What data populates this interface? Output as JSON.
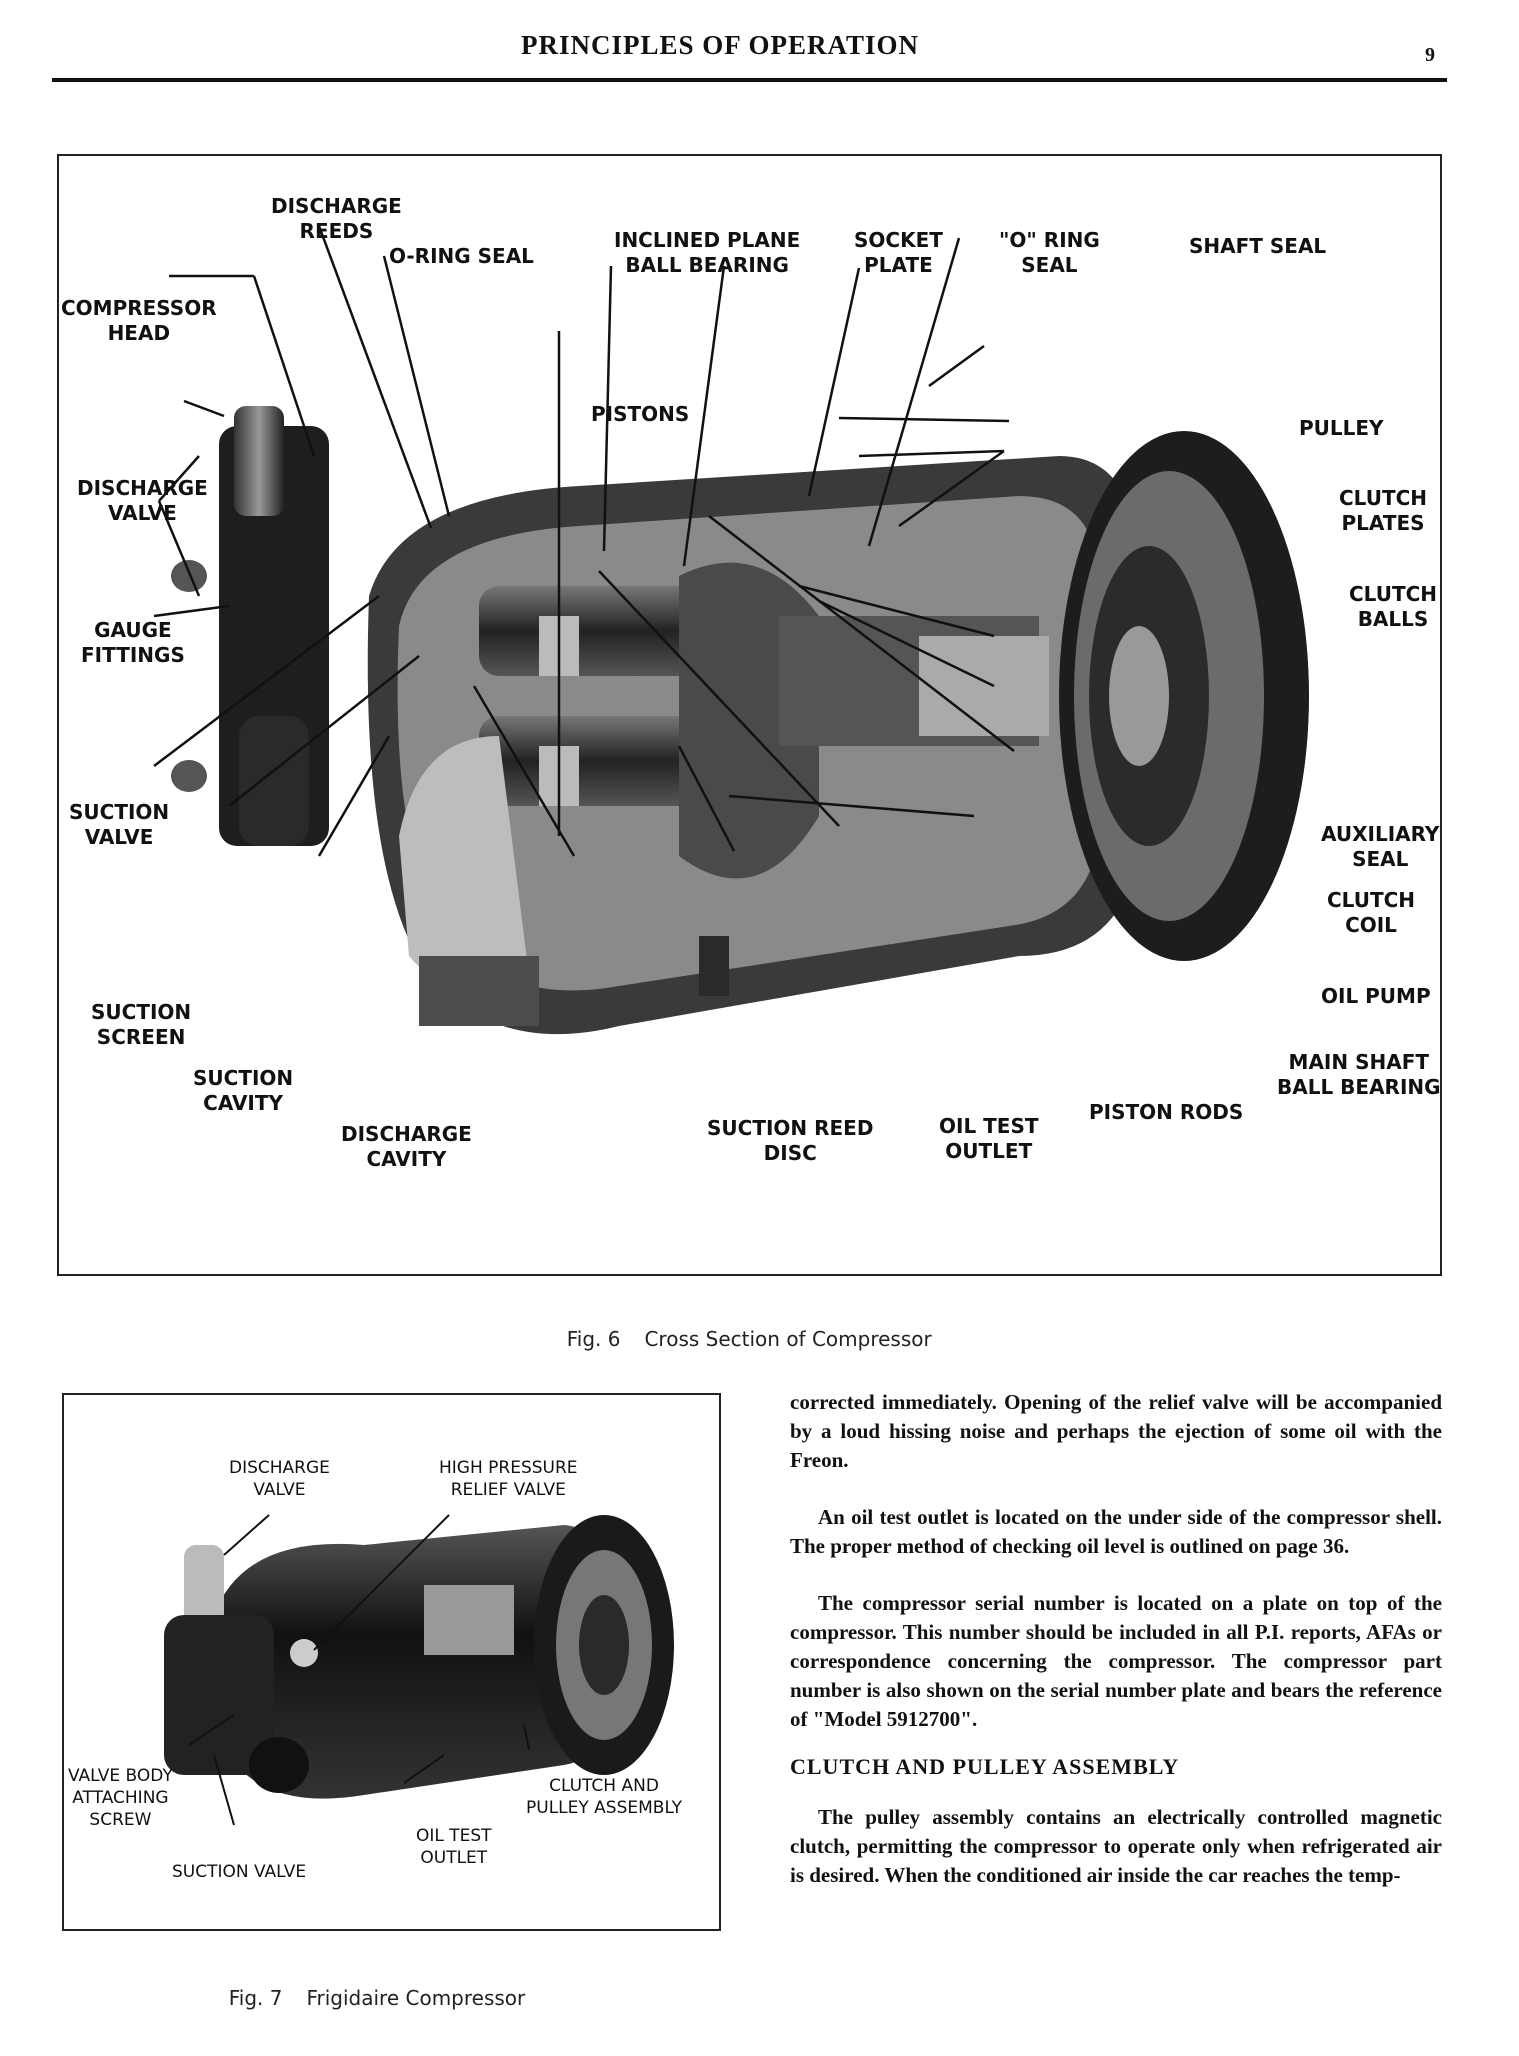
{
  "header": {
    "title": "PRINCIPLES OF OPERATION",
    "page_number": "9"
  },
  "figure6": {
    "caption_number": "Fig. 6",
    "caption_text": "Cross Section of Compressor",
    "labels": {
      "discharge_reeds": "DISCHARGE\nREEDS",
      "o_ring_seal": "O-RING SEAL",
      "inclined_plane": "INCLINED PLANE\nBALL BEARING",
      "socket_plate": "SOCKET\nPLATE",
      "o_ring_seal2": "\"O\" RING\nSEAL",
      "shaft_seal": "SHAFT SEAL",
      "compressor_head": "COMPRESSOR\nHEAD",
      "pistons": "PISTONS",
      "pulley": "PULLEY",
      "discharge_valve": "DISCHARGE\nVALVE",
      "clutch_plates": "CLUTCH\nPLATES",
      "gauge_fittings": "GAUGE\nFITTINGS",
      "clutch_balls": "CLUTCH\nBALLS",
      "suction_valve": "SUCTION\nVALVE",
      "auxiliary_seal": "AUXILIARY\nSEAL",
      "clutch_coil": "CLUTCH\nCOIL",
      "oil_pump": "OIL PUMP",
      "suction_screen": "SUCTION\nSCREEN",
      "main_shaft": "MAIN SHAFT\nBALL BEARING",
      "suction_cavity": "SUCTION\nCAVITY",
      "piston_rods": "PISTON RODS",
      "discharge_cavity": "DISCHARGE\nCAVITY",
      "suction_reed_disc": "SUCTION REED\nDISC",
      "oil_test_outlet": "OIL TEST\nOUTLET"
    }
  },
  "figure7": {
    "caption_number": "Fig. 7",
    "caption_text": "Frigidaire Compressor",
    "labels": {
      "discharge_valve": "DISCHARGE\nVALVE",
      "high_pressure": "HIGH PRESSURE\nRELIEF VALVE",
      "valve_body": "VALVE BODY\nATTACHING\nSCREW",
      "clutch_pulley": "CLUTCH AND\nPULLEY ASSEMBLY",
      "oil_test_outlet": "OIL TEST\nOUTLET",
      "suction_valve": "SUCTION VALVE"
    }
  },
  "body": {
    "para1": "corrected immediately. Opening of the relief valve will be accompanied by a loud hissing noise and perhaps the ejection of some oil with the Freon.",
    "para2": "An oil test outlet is located on the under side of the compressor shell. The proper method of checking oil level is outlined on page 36.",
    "para3": "The compressor serial number is located on a plate on top of the compressor. This number should be included in all P.I. reports, AFAs or correspondence concerning the compressor. The compressor part number is also shown on the serial number plate and bears the reference of \"Model 5912700\".",
    "heading": "CLUTCH AND PULLEY ASSEMBLY",
    "para4": "The pulley assembly contains an electrically controlled magnetic clutch, permitting the compressor to operate only when refrigerated air is desired. When the conditioned air inside the car reaches the temp-"
  }
}
